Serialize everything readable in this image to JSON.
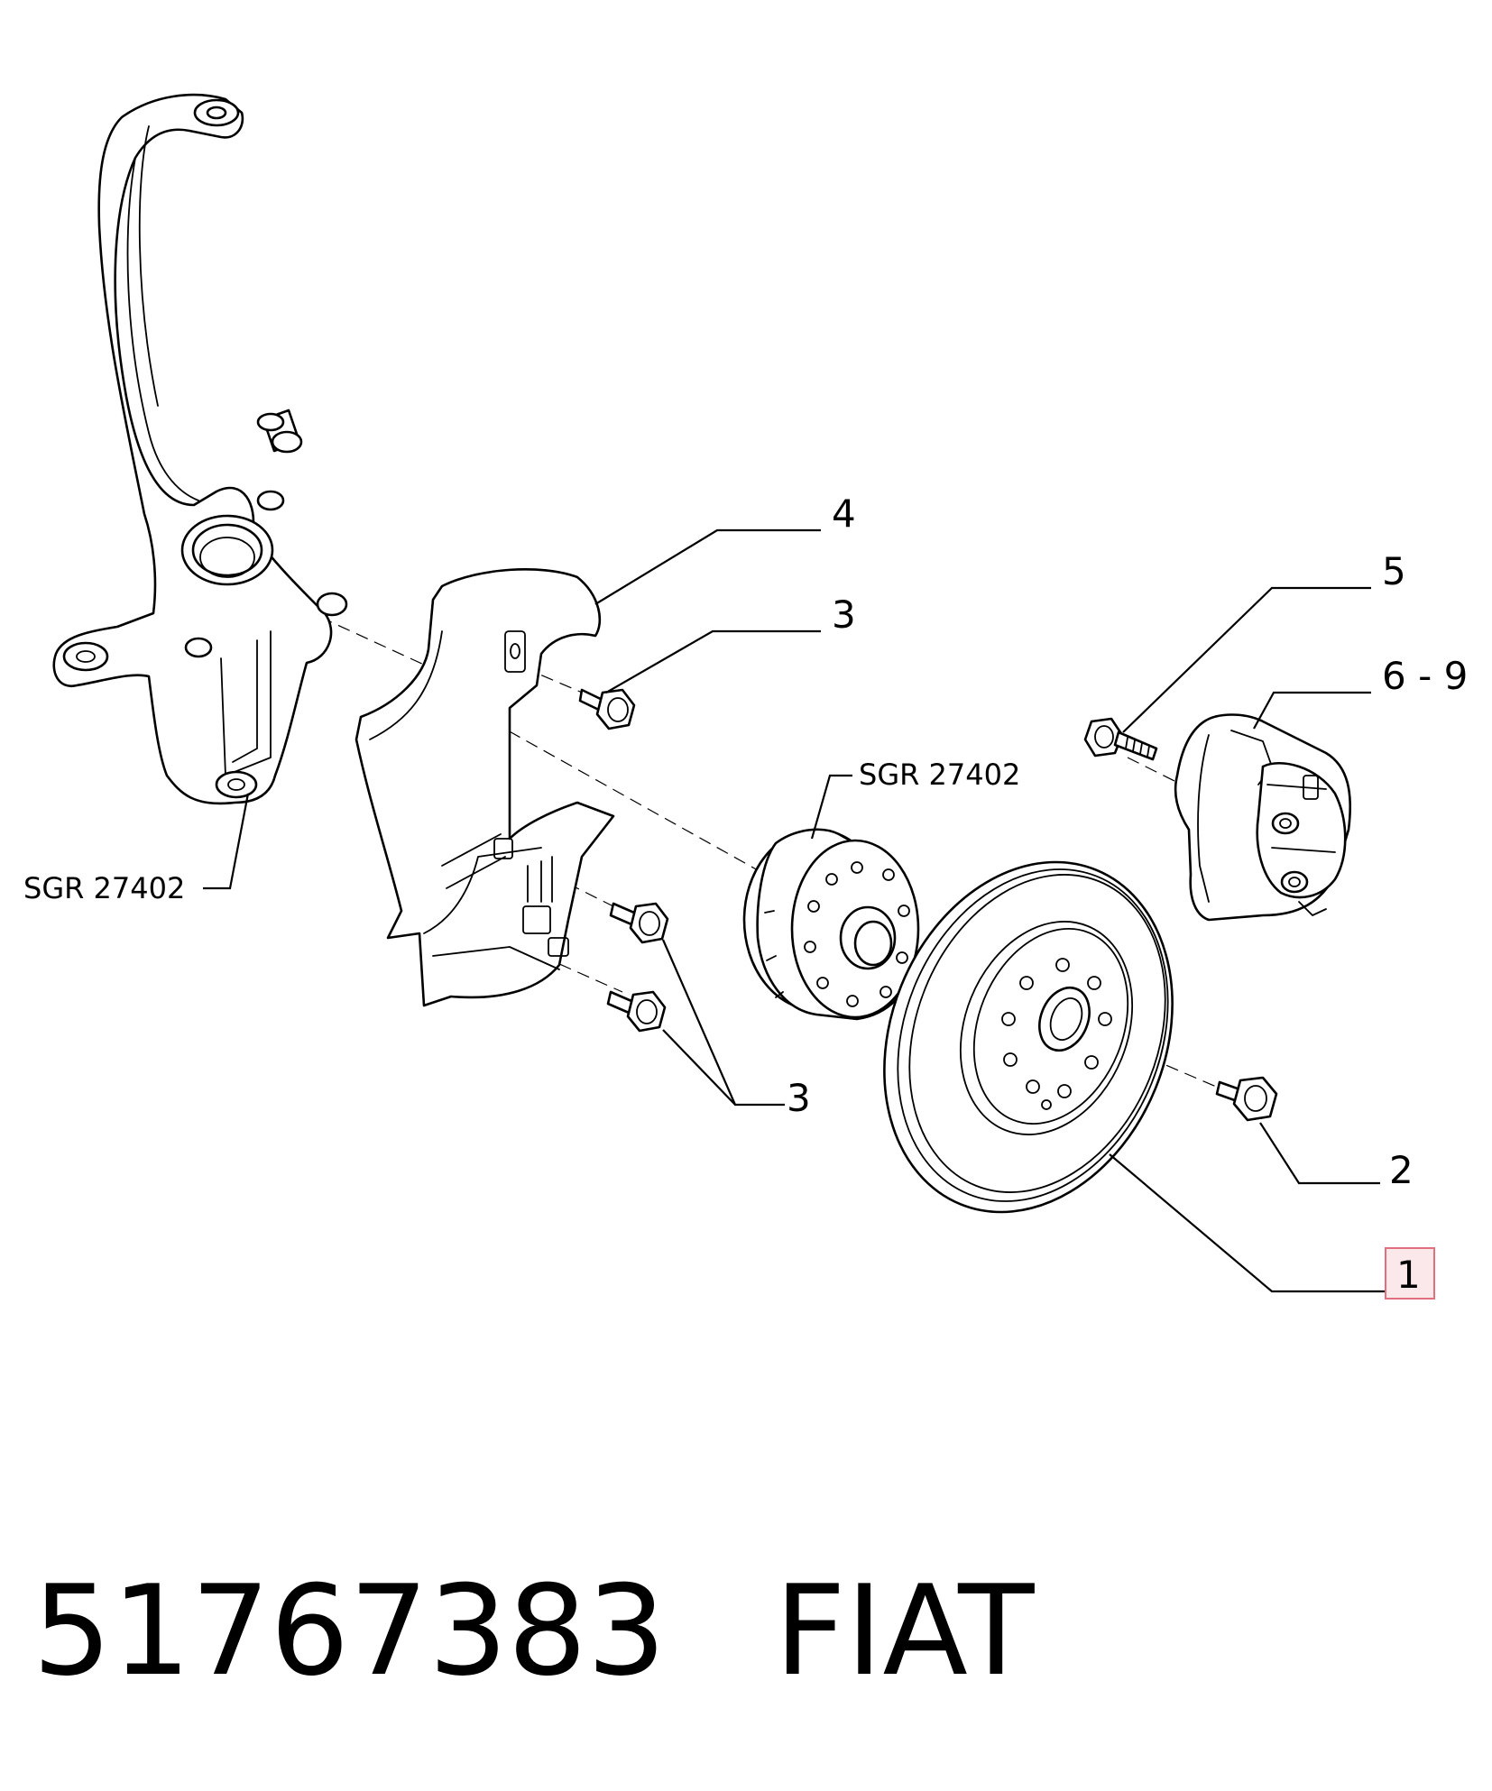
{
  "diagram": {
    "callouts": {
      "c1": "1",
      "c2": "2",
      "c3_top": "3",
      "c3_bottom": "3",
      "c4": "4",
      "c5": "5",
      "c6_9": "6 - 9"
    },
    "references": {
      "knuckle": "SGR 27402",
      "hub": "SGR 27402"
    },
    "highlighted_callout": "1",
    "highlight_color": "#e0707e"
  },
  "footer": {
    "part_number": "51767383",
    "brand": "FIAT"
  }
}
